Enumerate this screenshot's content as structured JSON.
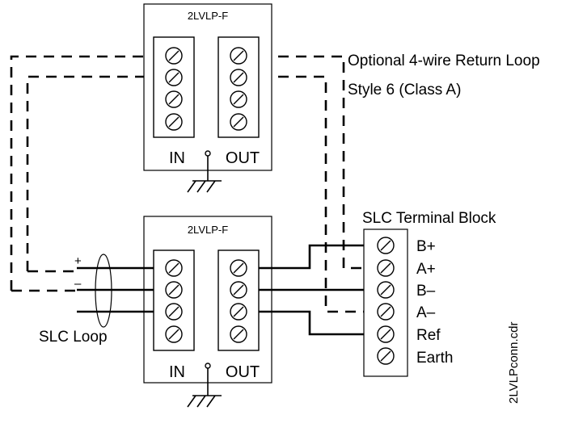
{
  "module_top": {
    "title": "2LVLP-F",
    "in_label": "IN",
    "out_label": "OUT"
  },
  "module_bottom": {
    "title": "2LVLP-F",
    "in_label": "IN",
    "out_label": "OUT"
  },
  "return_loop": {
    "line1": "Optional 4-wire Return Loop",
    "line2": "Style 6 (Class A)"
  },
  "slc_terminal_block": {
    "title": "SLC Terminal Block",
    "terminals": [
      "B+",
      "A+",
      "B–",
      "A–",
      "Ref",
      "Earth"
    ]
  },
  "slc_loop": {
    "label": "SLC Loop",
    "plus": "+",
    "minus": "–"
  },
  "file_name": "2LVLPconn.cdr"
}
